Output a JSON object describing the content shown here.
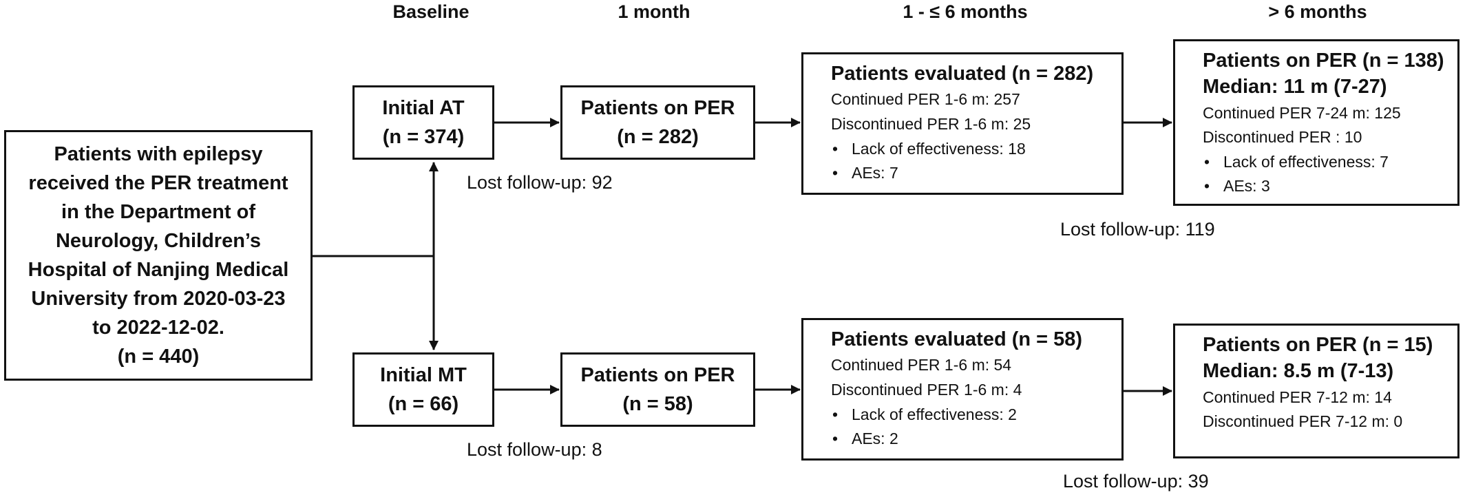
{
  "headers": {
    "baseline": "Baseline",
    "one_month": "1 month",
    "one_to_six": "1 - ≤ 6 months",
    "over_six": "> 6 months"
  },
  "source": {
    "lines": [
      "Patients with epilepsy",
      "received the PER treatment",
      "in the Department of",
      "Neurology, Children’s",
      "Hospital of Nanjing Medical",
      "University from 2020-03-23",
      "to 2022-12-02.",
      "(n = 440)"
    ]
  },
  "at_branch": {
    "initial": {
      "title": "Initial AT",
      "n": "(n = 374)"
    },
    "month1": {
      "title": "Patients on PER",
      "n": "(n = 282)"
    },
    "lost_month1": "Lost follow-up: 92",
    "eval": {
      "title": "Patients evaluated (n = 282)",
      "continued": "Continued PER 1-6 m: 257",
      "discontinued": "Discontinued PER 1-6 m: 25",
      "reasons": [
        "Lack of effectiveness: 18",
        "AEs: 7"
      ]
    },
    "long": {
      "title": "Patients on PER (n = 138)",
      "median": "Median: 11 m (7-27)",
      "continued": "Continued PER 7-24 m: 125",
      "discontinued": "Discontinued PER : 10",
      "reasons": [
        "Lack of effectiveness: 7",
        "AEs: 3"
      ]
    },
    "lost_eval": "Lost follow-up: 119"
  },
  "mt_branch": {
    "initial": {
      "title": "Initial MT",
      "n": "(n = 66)"
    },
    "month1": {
      "title": "Patients on PER",
      "n": "(n = 58)"
    },
    "lost_month1": "Lost follow-up: 8",
    "eval": {
      "title": "Patients evaluated (n = 58)",
      "continued": "Continued PER 1-6 m: 54",
      "discontinued": "Discontinued PER 1-6 m: 4",
      "reasons": [
        "Lack of effectiveness: 2",
        "AEs: 2"
      ]
    },
    "long": {
      "title": "Patients on PER (n = 15)",
      "median": "Median: 8.5 m (7-13)",
      "continued": "Continued PER 7-12 m: 14",
      "discontinued": "Discontinued PER  7-12 m: 0"
    },
    "lost_eval": "Lost follow-up: 39"
  }
}
